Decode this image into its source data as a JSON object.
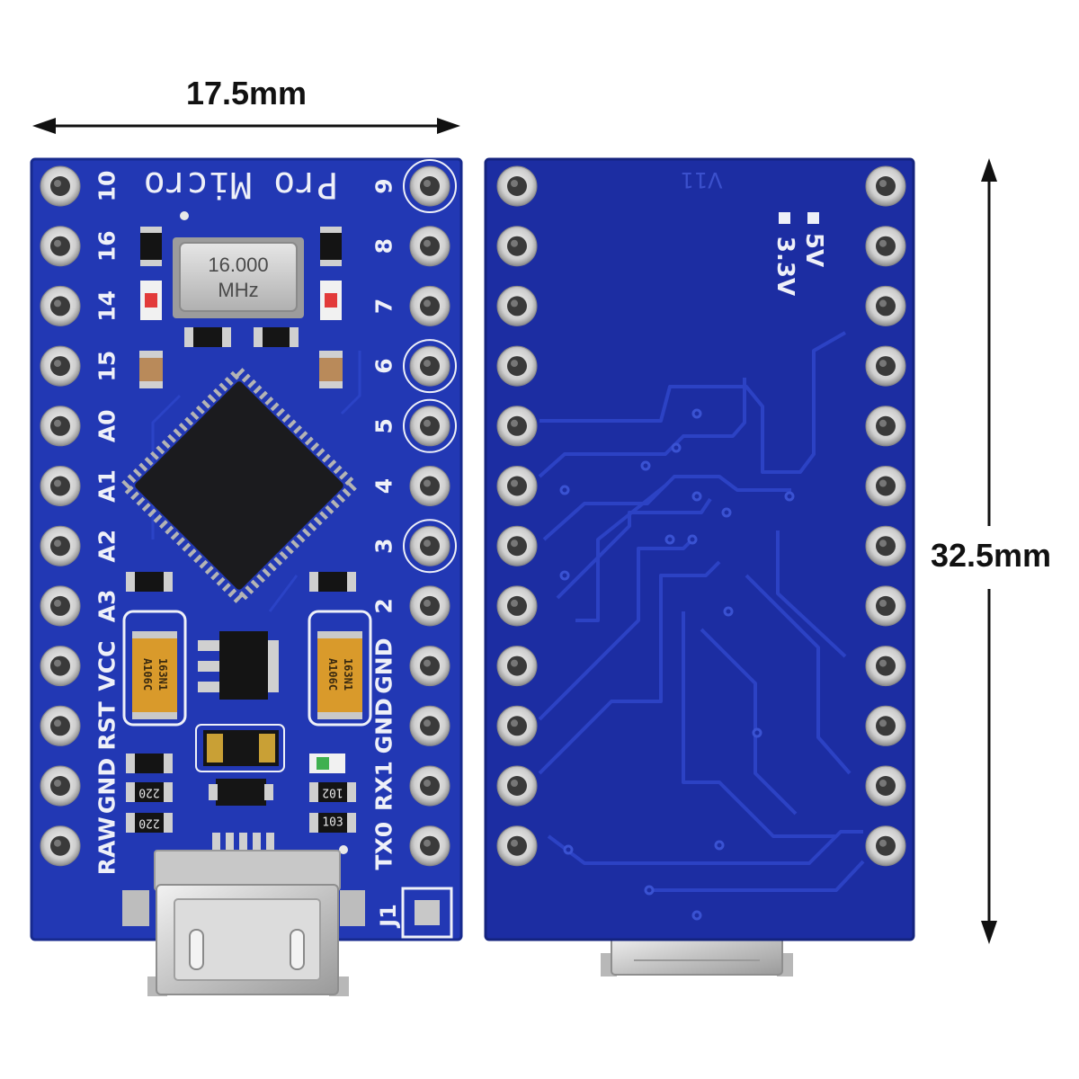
{
  "dimensions": {
    "width_label": "17.5mm",
    "height_label": "32.5mm"
  },
  "front": {
    "title": "Pro Micro",
    "left_pins": [
      "10",
      "16",
      "14",
      "15",
      "A0",
      "A1",
      "A2",
      "A3",
      "VCC",
      "RST",
      "GND",
      "RAW"
    ],
    "right_pins": [
      "9",
      "8",
      "7",
      "6",
      "5",
      "4",
      "3",
      "2",
      "GND",
      "GND",
      "RX1",
      "TX0"
    ],
    "crystal": {
      "line1": "16.000",
      "line2": "MHz"
    },
    "jumper_label": "J1",
    "resistor_codes": [
      "220",
      "220",
      "102",
      "103"
    ],
    "capacitor_marking": {
      "line1": "A106C",
      "line2": "163N1"
    }
  },
  "back": {
    "version": "V11",
    "jumper_a": "5V",
    "jumper_b": "3.3V"
  },
  "colors": {
    "board_front": "#2238b4",
    "board_back": "#1c2da2",
    "silkscreen": "#eef0f8",
    "trace": "#2c42c4",
    "tantalum": "#d99a2b",
    "dimension_ink": "#111111"
  }
}
